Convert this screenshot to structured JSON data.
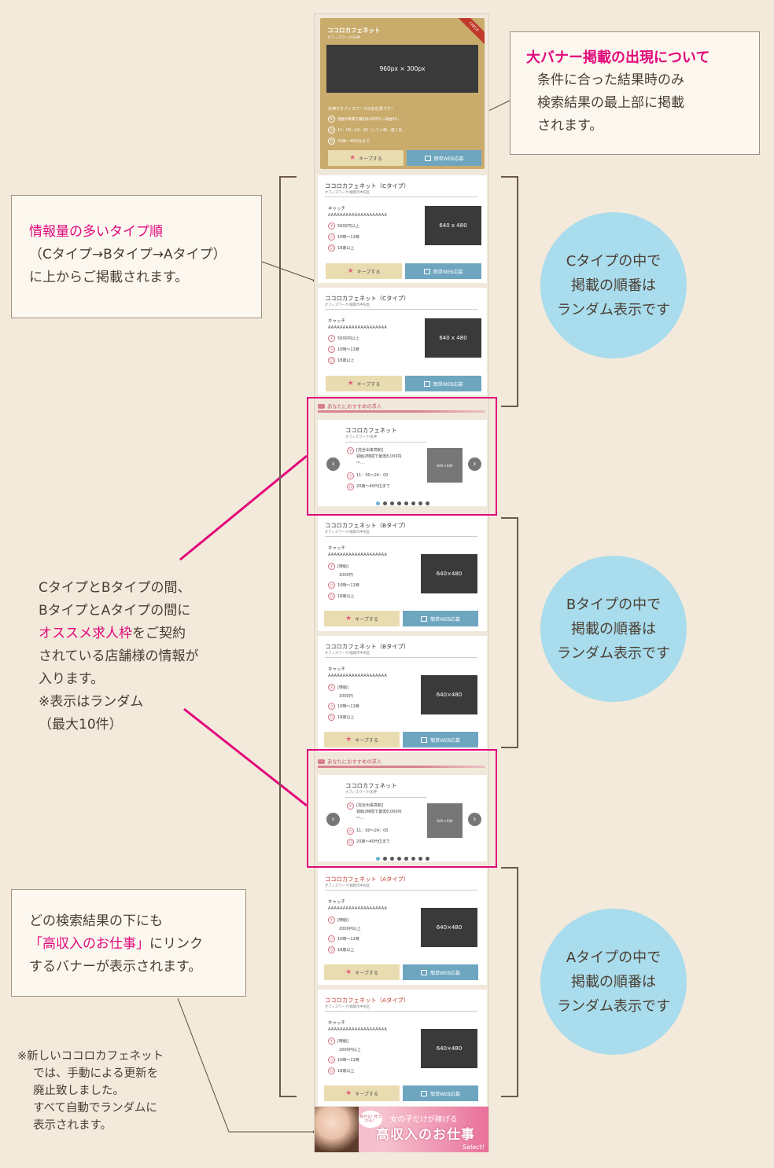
{
  "banner": {
    "name": "ココロカフェネット",
    "sub": "オフィスワーク/天神",
    "check": "CHECK",
    "image_label": "960px × 300px",
    "catch": "天神でオフィスワークのお仕事です！",
    "salary": "週給2時間で最低8,000円～日給20,…",
    "hours": "11：00～24：00（シフト制・週１日…",
    "age": "20歳～40代位まで",
    "keep": "キープする",
    "apply": "簡単WEB応募"
  },
  "cards_c": [
    {
      "title": "ココロカフェネット（Cタイプ）",
      "sub": "オフィスワーク/福岡市中央区",
      "catch": "キャッチ",
      "aaa": "AAAAAAAAAAAAAAAAAAAA",
      "salary": "5000円以上",
      "hours": "10時～11時",
      "age": "18歳以上",
      "image": "640 x 480",
      "keep": "キープする",
      "apply": "簡単WEB応募"
    },
    {
      "title": "ココロカフェネット（Cタイプ）",
      "sub": "オフィスワーク/福岡市中央区",
      "catch": "キャッチ",
      "aaa": "AAAAAAAAAAAAAAAAAAAA",
      "salary": "5000円以上",
      "hours": "10時～11時",
      "age": "18歳以上",
      "image": "640 x 480",
      "keep": "キープする",
      "apply": "簡単WEB応募"
    }
  ],
  "rec": {
    "head": "あなたにおすすめの求人",
    "name": "ココロカフェネット",
    "sub": "オフィスワーク/天神",
    "salary_1": "[完全出来高制]",
    "salary_2": "週給2時間で最低8,000円",
    "salary_3": "～…",
    "hours": "11：00～24：00",
    "age": "20歳～40代位まで",
    "image": "640 x 640",
    "prev": "‹",
    "next": "›"
  },
  "cards_b": [
    {
      "title": "ココロカフェネット（Bタイプ）",
      "sub": "オフィスワーク/福岡市中央区",
      "catch": "キャッチ",
      "aaa": "AAAAAAAAAAAAAAAAAAAA",
      "salary_type": "[時給]",
      "salary": "1000円",
      "hours": "10時～11時",
      "age": "18歳以上",
      "image": "640×480",
      "keep": "キープする",
      "apply": "簡単WEB応募"
    },
    {
      "title": "ココロカフェネット（Bタイプ）",
      "sub": "オフィスワーク/福岡市中央区",
      "catch": "キャッチ",
      "aaa": "AAAAAAAAAAAAAAAAAAAA",
      "salary_type": "[時給]",
      "salary": "1000円",
      "hours": "10時～11時",
      "age": "18歳以上",
      "image": "640×480",
      "keep": "キープする",
      "apply": "簡単WEB応募"
    }
  ],
  "cards_a": [
    {
      "title": "ココロカフェネット（Aタイプ）",
      "sub": "オフィスワーク/福岡市中央区",
      "catch": "キャッチ",
      "aaa": "AAAAAAAAAAAAAAAAAAAA",
      "salary_type": "[時給]",
      "salary": "2000円以上",
      "hours": "10時～11時",
      "age": "18歳以上",
      "image": "640×480",
      "keep": "キープする",
      "apply": "簡単WEB応募"
    },
    {
      "title": "ココロカフェネット（Aタイプ）",
      "sub": "オフィスワーク/福岡市中央区",
      "catch": "キャッチ",
      "aaa": "AAAAAAAAAAAAAAAAAAAA",
      "salary_type": "[時給]",
      "salary": "2000円以上",
      "hours": "10時～11時",
      "age": "18歳以上",
      "image": "640×480",
      "keep": "キープする",
      "apply": "簡単WEB応募"
    }
  ],
  "bottom_banner": {
    "bubble": "探せる！見つかる！",
    "top": "女の子だけが稼げる",
    "main": "高収入のお仕事",
    "select": "Select!"
  },
  "notes": {
    "big_banner_title": "大バナー掲載の出現について",
    "big_banner_body_1": "条件に合った結果時のみ",
    "big_banner_body_2": "検索結果の最上部に掲載",
    "big_banner_body_3": "されます。",
    "order_title": "情報量の多いタイプ順",
    "order_body_1": "（Cタイプ→Bタイプ→Aタイプ）",
    "order_body_2": "に上からご掲載されます。",
    "rec_1": "CタイプとBタイプの間、",
    "rec_2": "BタイプとAタイプの間に",
    "rec_3_pink": "オススメ求人枠",
    "rec_3_rest": "をご契約",
    "rec_4": "されている店舗様の情報が",
    "rec_5": "入ります。",
    "rec_6": "※表示はランダム",
    "rec_7": "（最大10件）",
    "bottom_1": "どの検索結果の下にも",
    "bottom_2_pink": "「高収入のお仕事」",
    "bottom_2_rest": "にリンク",
    "bottom_3": "するバナーが表示されます。",
    "foot_1": "※新しいココロカフェネット",
    "foot_2": "では、手動による更新を",
    "foot_3": "廃止致しました。",
    "foot_4": "すべて自動でランダムに",
    "foot_5": "表示されます。",
    "circle_c_1": "Cタイプの中で",
    "circle_c_2": "掲載の順番は",
    "circle_c_3": "ランダム表示です",
    "circle_b_1": "Bタイプの中で",
    "circle_b_2": "掲載の順番は",
    "circle_b_3": "ランダム表示です",
    "circle_a_1": "Aタイプの中で",
    "circle_a_2": "掲載の順番は",
    "circle_a_3": "ランダム表示です"
  },
  "colors": {
    "accent_pink": "#e2077b",
    "circle_blue": "#a9dcec",
    "banner_gold": "#c9ab6c",
    "apply_blue": "#6ea6c0"
  }
}
